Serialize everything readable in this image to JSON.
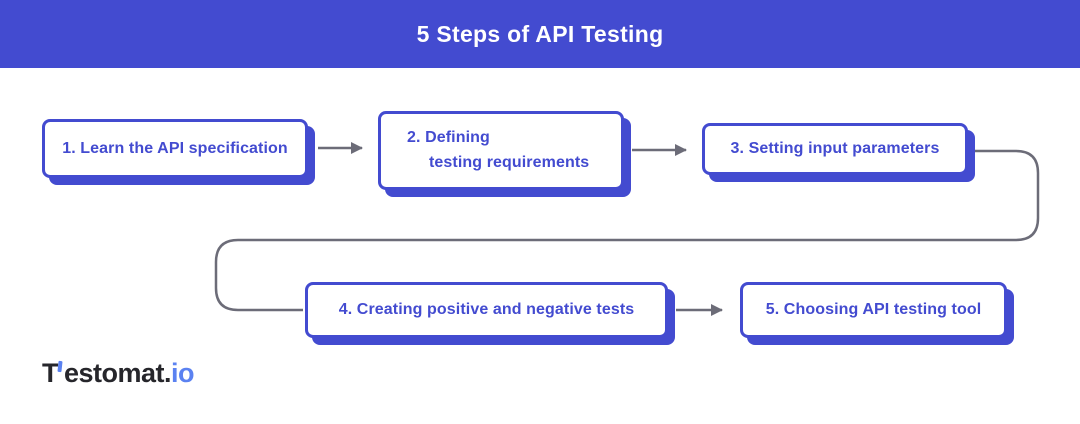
{
  "header": {
    "title": "5 Steps of API Testing"
  },
  "steps": [
    {
      "label": "1. Learn the API specification"
    },
    {
      "lines": [
        "2. Defining",
        "testing requirements"
      ]
    },
    {
      "label": "3. Setting input parameters"
    },
    {
      "label": "4. Creating positive and negative tests"
    },
    {
      "label": "5. Choosing API testing tool"
    }
  ],
  "logo": {
    "first_letter": "T",
    "brand_rest": "estomat.",
    "suffix": "io"
  },
  "colors": {
    "accent": "#434BD0",
    "header-bg": "#434BD0",
    "header-text": "#FFFFFF",
    "box-bg": "#FFFFFF",
    "line": "#6C6C78",
    "logo-dark": "#26262B",
    "logo-blue": "#5B82F1"
  }
}
